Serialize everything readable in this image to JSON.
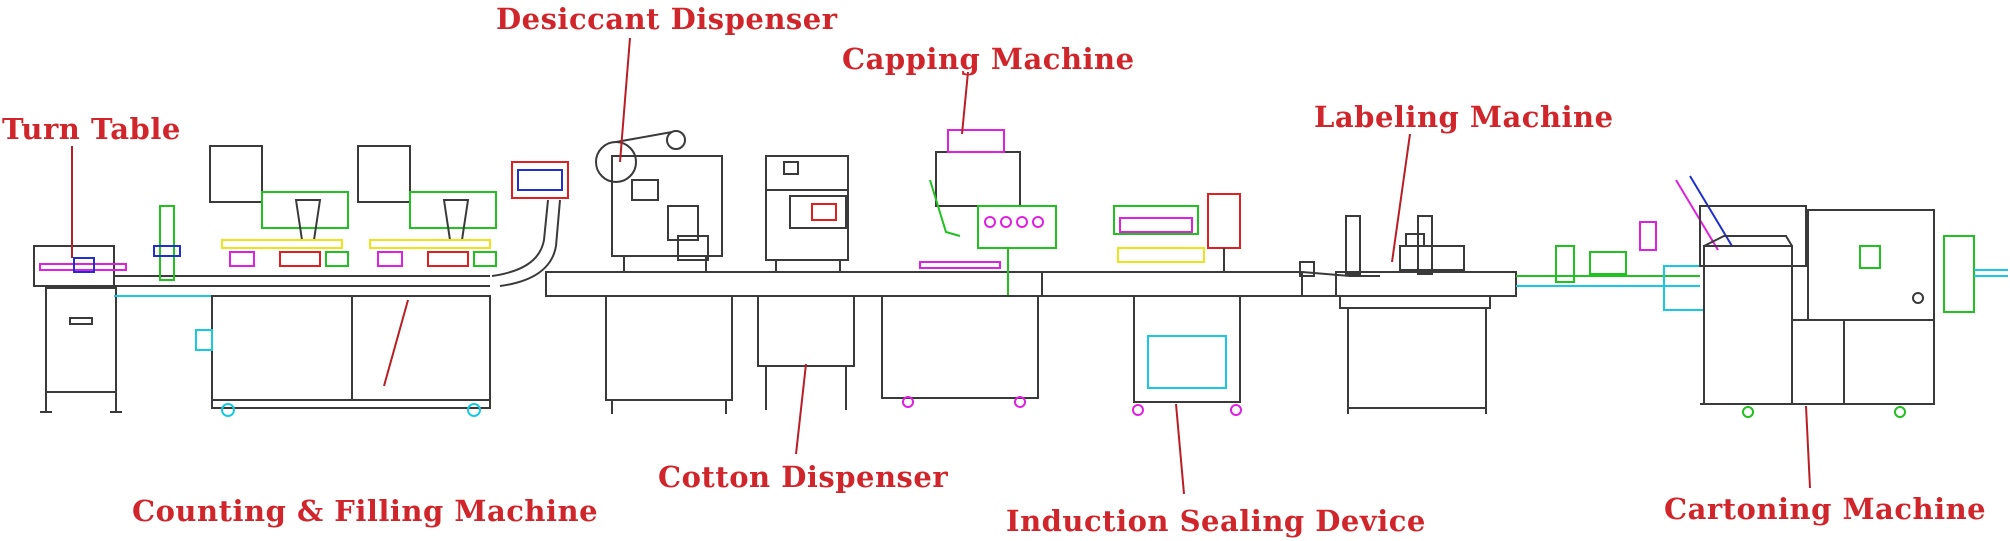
{
  "labels": {
    "desiccant": "Desiccant Dispenser",
    "capping": "Capping Machine",
    "turn_table": "Turn Table",
    "labeling": "Labeling Machine",
    "counting": "Counting & Filling Machine",
    "cotton": "Cotton Dispenser",
    "induction": "Induction Sealing Device",
    "cartoning": "Cartoning Machine"
  },
  "colors": {
    "label_text": "#d0262b",
    "leader_line": "#b81e24",
    "outline": "#3a3a3a",
    "accent_green": "#1fc21f",
    "accent_magenta": "#e020e0",
    "accent_cyan": "#19c9e0",
    "accent_yellow": "#f0e21a",
    "accent_red": "#e02020",
    "accent_blue": "#2030d0"
  }
}
